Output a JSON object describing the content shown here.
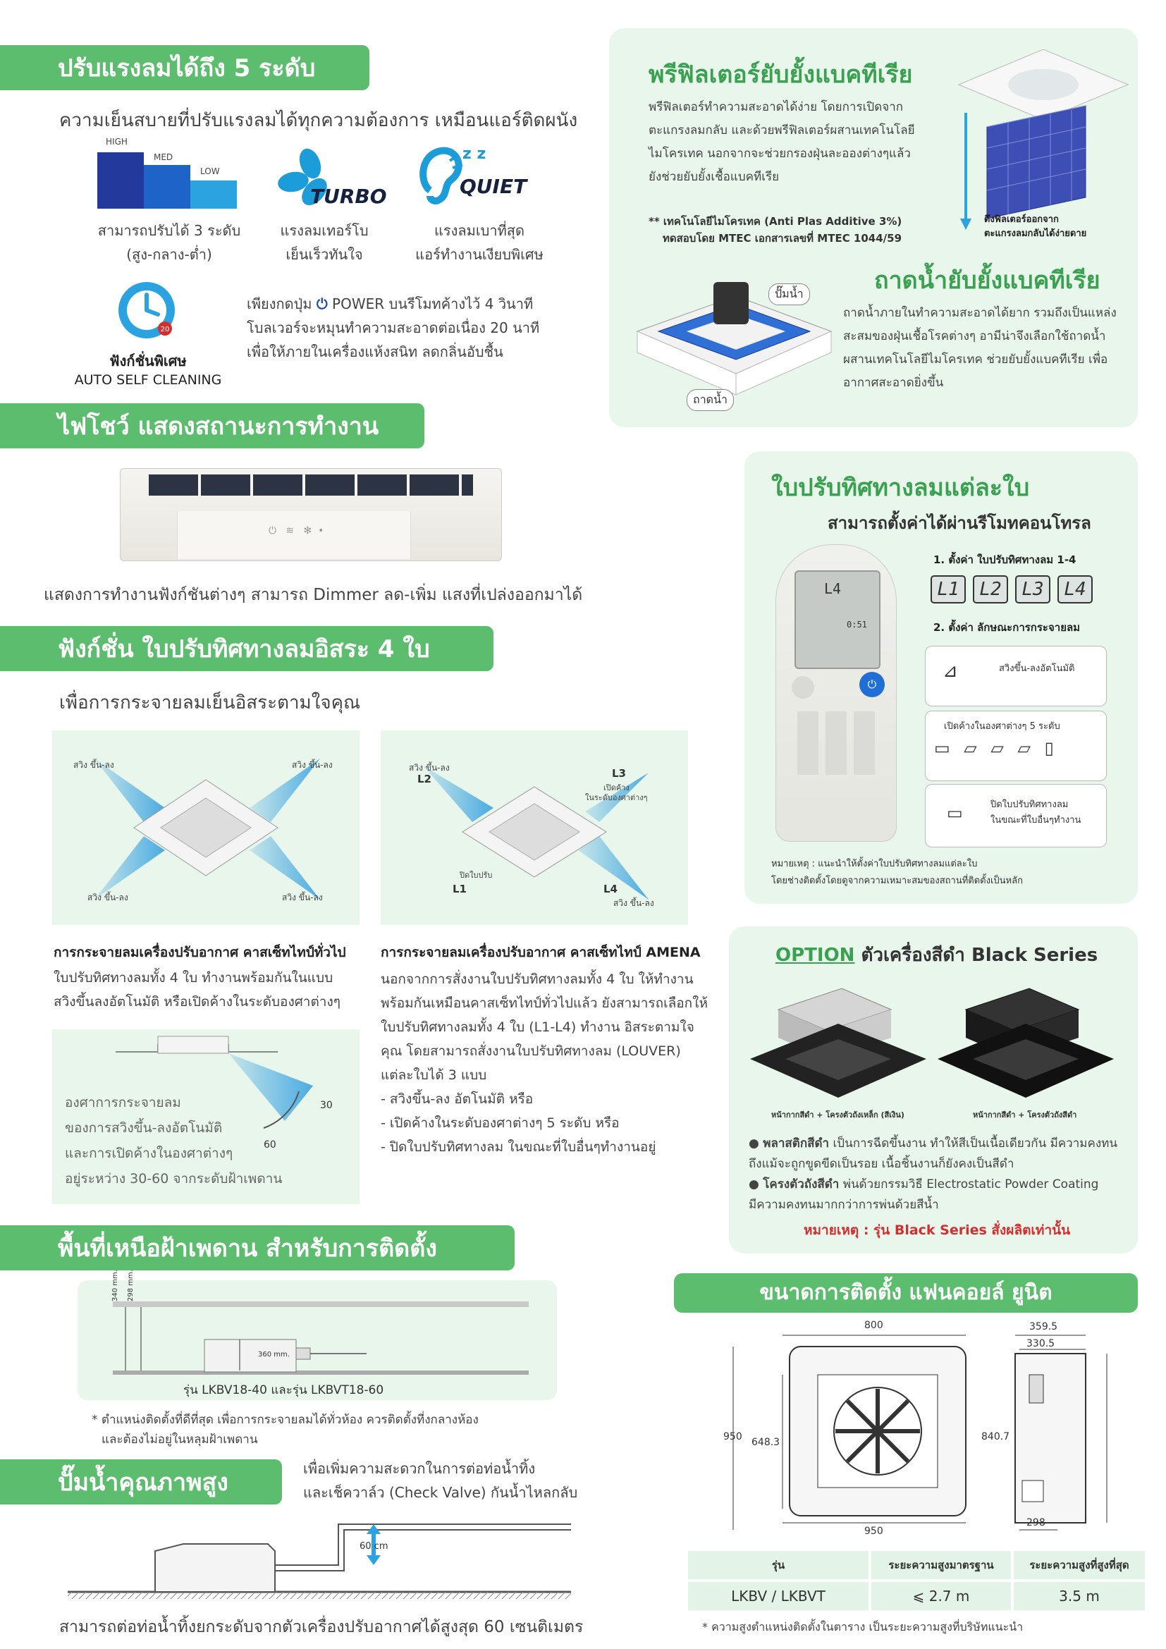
{
  "s1": {
    "title": "ปรับแรงลมได้ถึง 5 ระดับ",
    "subtitle": "ความเย็นสบายที่ปรับแรงลมได้ทุกความต้องการ เหมือนแอร์ติดผนัง",
    "levels": [
      "HIGH",
      "MED",
      "LOW"
    ],
    "fan_caption1": "สามารถปรับได้ 3 ระดับ",
    "fan_caption2": "(สูง-กลาง-ต่ำ)",
    "turbo_label": "TURBO",
    "turbo_caption1": "แรงลมเทอร์โบ",
    "turbo_caption2": "เย็นเร็วทันใจ",
    "quiet_label": "QUIET",
    "quiet_caption1": "แรงลมเบาที่สุด",
    "quiet_caption2": "แอร์ทำงานเงียบพิเศษ",
    "auto_title": "ฟังก์ชั่นพิเศษ",
    "auto_sub": "AUTO SELF CLEANING",
    "auto_line1": "เพียงกดปุ่ม",
    "auto_line1b": "POWER บนรีโมทค้างไว้ 4 วินาที",
    "auto_line2": "โบลเวอร์จะหมุนทำความสะอาดต่อเนื่อง 20 นาที",
    "auto_line3": "เพื่อให้ภายในเครื่องแห้งสนิท ลดกลิ่นอับชื้น"
  },
  "s2": {
    "title": "ไฟโชว์ แสดงสถานะการทำงาน",
    "caption": "แสดงการทำงานฟังก์ชันต่างๆ สามารถ Dimmer ลด-เพิ่ม แสงที่เปล่งออกมาได้"
  },
  "s3": {
    "title": "ฟังก์ชั่น ใบปรับทิศทางลมอิสระ 4 ใบ",
    "subtitle": "เพื่อการกระจายลมเย็นอิสระตามใจคุณ",
    "d1_label": "สวิง ขึ้น-ลง",
    "d2": {
      "l2": "L2",
      "l3": "L3",
      "l3_note1": "เปิดค้าง",
      "l3_note2": "ในระดับองศาต่างๆ",
      "l1": "L1",
      "l1_note": "ปิดใบปรับ",
      "l4": "L4",
      "l4_note": "สวิง ขึ้น-ลง",
      "l2_note": "สวิง ขึ้น-ลง"
    },
    "left_title": "การกระจายลมเครื่องปรับอากาศ คาสเซ็ทไทป์ทั่วไป",
    "left_body": [
      "ใบปรับทิศทางลมทั้ง 4 ใบ ทำงานพร้อมกันในแบบ",
      "สวิงขึ้นลงอัตโนมัติ หรือเปิดค้างในระดับองศาต่างๆ"
    ],
    "angle_text": [
      "องศาการกระจายลม",
      "ของการสวิงขึ้น-ลงอัตโนมัติ",
      "และการเปิดค้างในองศาต่างๆ",
      "อยู่ระหว่าง 30-60 จากระดับฝ้าเพดาน"
    ],
    "angle_30": "30",
    "angle_60": "60",
    "right_title": "การกระจายลมเครื่องปรับอากาศ คาสเซ็ทไทป์ AMENA",
    "right_body": [
      "นอกจากการสั่งงานใบปรับทิศทางลมทั้ง 4 ใบ ให้ทำงาน",
      "พร้อมกันเหมือนคาสเซ็ทไทป์ทั่วไปแล้ว ยังสามารถเลือกให้",
      "ใบปรับทิศทางลมทั้ง 4 ใบ (L1-L4) ทำงาน อิสระตามใจ",
      "คุณ โดยสามารถสั่งงานใบปรับทิศทางลม (LOUVER)",
      "แต่ละใบได้ 3 แบบ",
      "- สวิงขึ้น-ลง อัตโนมัติ หรือ",
      "- เปิดค้างในระดับองศาต่างๆ 5 ระดับ หรือ",
      "- ปิดใบปรับทิศทางลม ในขณะที่ใบอื่นๆทำงานอยู่"
    ]
  },
  "s4": {
    "title": "พื้นที่เหนือฝ้าเพดาน สำหรับการติดตั้ง",
    "dim1": "340 mm.",
    "dim2": "298 mm.",
    "dim3": "360 mm.",
    "model_caption": "รุ่น LKBV18-40 และรุ่น LKBVT18-60",
    "note1": "* ตำแหน่งติดตั้งที่ดีที่สุด เพื่อการกระจายลมได้ทั่วห้อง ควรติดตั้งที่งกลางห้อง",
    "note2": "และต้องไม่อยู่ในหลุมฝ้าเพดาน"
  },
  "s5": {
    "title": "ปั๊มน้ำคุณภาพสูง",
    "desc1": "เพื่อเพิ่มความสะดวกในการต่อท่อน้ำทิ้ง",
    "desc2": "และเช็ควาล์ว (Check Valve) กันน้ำไหลกลับ",
    "height": "60 cm",
    "caption": "สามารถต่อท่อน้ำทิ้งยกระดับจากตัวเครื่องปรับอากาศได้สูงสุด 60 เซนติเมตร"
  },
  "p1": {
    "title": "พรีฟิลเตอร์ยับยั้งแบคทีเรีย",
    "body": [
      "พรีฟิลเตอร์ทำความสะอาดได้ง่าย โดยการเปิดจาก",
      "ตะแกรงลมกลับ และด้วยพรีฟิลเตอร์ผสานเทคโนโลยี",
      "ไมโครเทค นอกจากจะช่วยกรองฝุ่นละอองต่างๆแล้ว",
      "ยังช่วยยับยั้งเชื้อแบคทีเรีย"
    ],
    "note1": "** เทคโนโลยีไมโครเทค (Anti Plas Additive 3%)",
    "note2": "ทดสอบโดย MTEC เอกสารเลขที่ MTEC 1044/59",
    "img_caption1": "ดึงฟิลเตอร์ออกจาก",
    "img_caption2": "ตะแกรงลมกลับได้ง่ายดาย",
    "tray_title": "ถาดน้ำยับยั้งแบคทีเรีย",
    "tray_body": [
      "ถาดน้ำภายในทำความสะอาดได้ยาก รวมถึงเป็นแหล่ง",
      "สะสมของฝุ่นเชื้อโรคต่างๆ อามีน่าจึงเลือกใช้ถาดน้ำ",
      "ผสานเทคโนโลยีไมโครเทค ช่วยยับยั้งแบคทีเรีย เพื่อ",
      "อากาศสะอาดยิ่งขึ้น"
    ],
    "pump_label": "ปั๊มน้ำ",
    "tray_label": "ถาดน้ำ"
  },
  "p2": {
    "title": "ใบปรับทิศทางลมแต่ละใบ",
    "subtitle": "สามารถตั้งค่าได้ผ่านรีโมทคอนโทรล",
    "step1": "1. ตั้งค่า ใบปรับทิศทางลม 1-4",
    "lcd": [
      "L1",
      "L2",
      "L3",
      "L4"
    ],
    "step2": "2. ตั้งค่า ลักษณะการกระจายลม",
    "opt1": "สวิงขึ้น-ลงอัตโนมัติ",
    "opt2": "เปิดค้างในองศาต่างๆ 5 ระดับ",
    "opt3a": "ปิดใบปรับทิศทางลม",
    "opt3b": "ในขณะที่ใบอื่นๆทำงาน",
    "note1": "หมายเหตุ : แนะนำให้ตั้งค่าใบปรับทิศทางลมแต่ละใบ",
    "note2": "โดยช่างติดตั้งโดยดูจากความเหมาะสมของสถานที่ติดตั้งเป็นหลัก",
    "remote_lcd_top": "L4",
    "remote_lcd_time": "0:51"
  },
  "p3": {
    "option": "OPTION",
    "title": "ตัวเครื่องสีดำ Black Series",
    "cap1": "หน้ากากสีดำ + โครงตัวถังเหล็ก (สีเงิน)",
    "cap2": "หน้ากากสีดำ + โครงตัวถังสีดำ",
    "b1_bold": "พลาสติกสีดำ",
    "b1": " เป็นการฉีดขึ้นงาน ทำให้สีเป็นเนื้อเดียวกัน มีความคงทน",
    "b1b": "ถึงแม้จะถูกขูดขีดเป็นรอย เนื้อชิ้นงานก็ยังคงเป็นสีดำ",
    "b2_bold": "โครงตัวถังสีดำ",
    "b2": " พ่นด้วยกรรมวิธี Electrostatic Powder Coating",
    "b2b": "มีความคงทนมากกว่าการพ่นด้วยสีน้ำ",
    "note": "หมายเหตุ : รุ่น Black Series สั่งผลิตเท่านั้น"
  },
  "p4": {
    "title": "ขนาดการติดตั้ง แฟนคอยล์ ยูนิต",
    "dims": {
      "top": "800",
      "left": "950",
      "inner": "648.3",
      "bottom": "950",
      "side_top1": "359.5",
      "side_top2": "330.5",
      "side_h": "840.7",
      "side_bottom": "298"
    },
    "table": {
      "headers": [
        "รุ่น",
        "ระยะความสูงมาตรฐาน",
        "ระยะความสูงที่สูงที่สุด"
      ],
      "row": [
        "LKBV / LKBVT",
        "⩽ 2.7 m",
        "3.5 m"
      ]
    },
    "footnote": "* ความสูงตำแหน่งติดตั้งในตาราง เป็นระยะความสูงที่บริษัทแนะนำ"
  },
  "colors": {
    "green": "#5dbd6e",
    "green_dark": "#3aa151",
    "panel": "#e9f6ec",
    "blue": "#1f4fa8",
    "red": "#d32f2f"
  }
}
